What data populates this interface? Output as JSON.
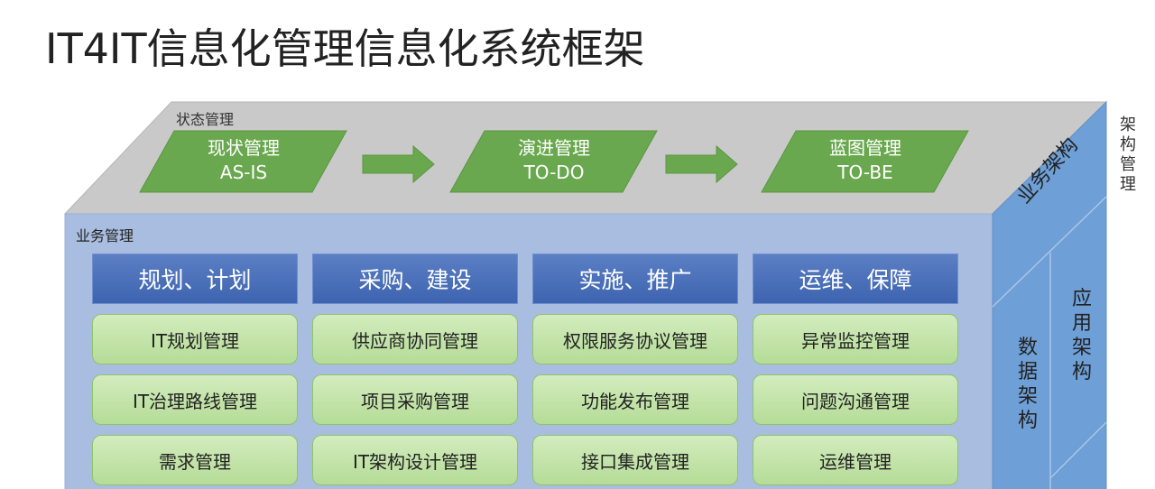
{
  "title": "IT4IT信息化管理信息化系统框架",
  "side_label": "架构管理",
  "state_management": {
    "label": "状态管理",
    "stages": [
      {
        "name": "现状管理",
        "code": "AS-IS"
      },
      {
        "name": "演进管理",
        "code": "TO-DO"
      },
      {
        "name": "蓝图管理",
        "code": "TO-BE"
      }
    ]
  },
  "business_management": {
    "label": "业务管理",
    "columns": [
      {
        "header": "规划、计划",
        "items": [
          "IT规划管理",
          "IT治理路线管理",
          "需求管理"
        ]
      },
      {
        "header": "采购、建设",
        "items": [
          "供应商协同管理",
          "项目采购管理",
          "IT架构设计管理"
        ]
      },
      {
        "header": "实施、推广",
        "items": [
          "权限服务协议管理",
          "功能发布管理",
          "接口集成管理"
        ]
      },
      {
        "header": "运维、保障",
        "items": [
          "异常监控管理",
          "问题沟通管理",
          "运维管理"
        ]
      }
    ]
  },
  "right_face": {
    "top_label": "业务架构",
    "data_label": "数据架构",
    "app_label": "应用架构"
  },
  "colors": {
    "top_face": "#c8c8c8",
    "front_face": "#a9bde0",
    "side_face": "#6f9fd6",
    "stage_green": "#6aa84f",
    "header_blue": "#4a70b8",
    "cell_green": "#c3e4a8"
  }
}
